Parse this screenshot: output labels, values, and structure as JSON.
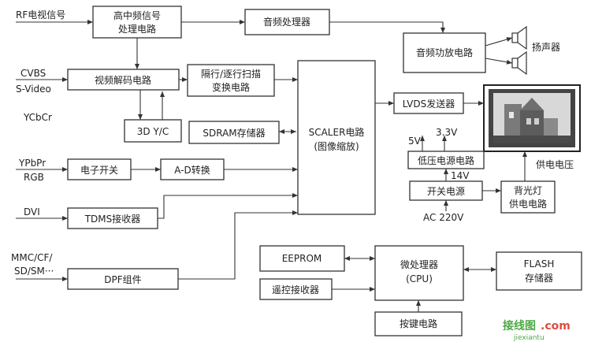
{
  "inputs": {
    "rf": "RF电视信号",
    "cvbs": "CVBS",
    "svideo": "S-Video",
    "ycbcr": "YCbCr",
    "ypbpr": "YPbPr",
    "rgb": "RGB",
    "dvi": "DVI",
    "card_line1": "MMC/CF/",
    "card_line2": "SD/SM···"
  },
  "blocks": {
    "tuner_line1": "高中频信号",
    "tuner_line2": "处理电路",
    "audio_proc": "音频处理器",
    "audio_amp": "音频功放电路",
    "speaker": "扬声器",
    "video_decoder": "视频解码电路",
    "deint_line1": "隔行/逐行扫描",
    "deint_line2": "变换电路",
    "comb_3dyc": "3D Y/C",
    "sdram": "SDRAM存储器",
    "scaler_line1": "SCALER电路",
    "scaler_line2": "(图像缩放)",
    "lvds": "LVDS发送器",
    "electronic_switch": "电子开关",
    "adc": "A-D转换",
    "tdms": "TDMS接收器",
    "dpf": "DPF组件",
    "lv_power": "低压电源电路",
    "switch_power": "开关电源",
    "backlight_line1": "背光灯",
    "backlight_line2": "供电电路",
    "eeprom": "EEPROM",
    "ir_receiver": "遥控接收器",
    "mcu_line1": "微处理器",
    "mcu_line2": "(CPU)",
    "flash_line1": "FLASH",
    "flash_line2": "存储器",
    "keys": "按键电路"
  },
  "labels": {
    "v5": "5V",
    "v33": "3.3V",
    "v14": "14V",
    "ac": "AC  220V",
    "supply_voltage": "供电电压"
  },
  "watermark": {
    "cn": "接线图",
    "dotcom": ".com",
    "domain": "jiexiantu"
  },
  "colors": {
    "line": "#333333",
    "text": "#222222",
    "watermark_green": "#3aa033",
    "watermark_red": "#d93a2b"
  }
}
